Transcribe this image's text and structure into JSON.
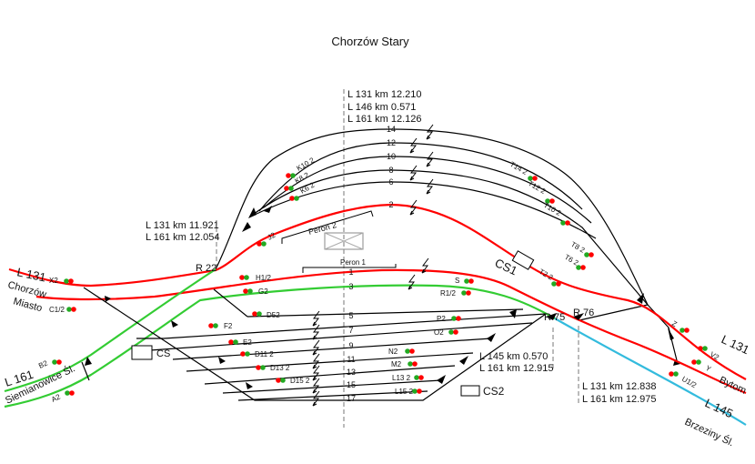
{
  "title": "Chorzów Stary",
  "km_center": [
    "L 131 km  12.210",
    "L 146 km    0.571",
    "L 161 km  12.126"
  ],
  "km_left": [
    "L 131 km  11.921",
    "L 161 km  12.054"
  ],
  "km_r75": [
    "L 145 km   0.570",
    "L 161 km 12.915"
  ],
  "km_r76": [
    "L 131 km  12.838",
    "L 161 km  12.975"
  ],
  "points": {
    "r22": "R 22",
    "r75": "R 75",
    "r76": "R 76"
  },
  "buildings": {
    "cs": "CS",
    "cs1": "CS1",
    "cs2": "CS2"
  },
  "platforms": {
    "p1": "Peron 1",
    "p2": "Peron 2"
  },
  "lines": {
    "l131_left": "L 131",
    "chorzow": "Chorzów",
    "miasto": "Miasto",
    "l161_left": "L 161",
    "siemianowice": "Siemianowice Śl.",
    "l131_right": "L 131",
    "bytom": "Bytom",
    "l145_right": "L 145",
    "brzeziny": "Brzeziny Śl."
  },
  "tracks": {
    "t14": "14",
    "t12": "12",
    "t10": "10",
    "t8": "8",
    "t6": "6",
    "t2": "2",
    "t1": "1",
    "t3": "3",
    "t5": "5",
    "t7": "7",
    "t9": "9",
    "t11": "11",
    "t13": "13",
    "t15": "15",
    "t17": "17"
  },
  "signals": {
    "x2": "X2",
    "c12": "C1/2",
    "b2": "B2",
    "a2": "A2",
    "h12": "H1/2",
    "g2": "G2",
    "d52": "D52",
    "f2": "F2",
    "e2": "E2",
    "d112": "D11 2",
    "d132": "D13 2",
    "d152": "D15 2",
    "j2": "J2",
    "k102": "K10 2",
    "k82": "K8 2",
    "k62": "K6 2",
    "t142": "T14 2",
    "t122": "T12 2",
    "t102": "T10 2",
    "t82": "T8 2",
    "t62": "T6 2",
    "t22": "T2 2",
    "s": "S",
    "r12": "R1/2",
    "p2": "P2",
    "o2": "O2",
    "n2": "N2",
    "m2": "M2",
    "l132": "L13 2",
    "l152": "L15 2",
    "z": "Z",
    "v2": "V2",
    "y": "Y",
    "u12": "U1/2"
  },
  "colors": {
    "line_131": "#ff0000",
    "line_161": "#33cc33",
    "line_145": "#33bbdd",
    "signal_red": "#ff0000",
    "signal_green": "#22aa22"
  }
}
